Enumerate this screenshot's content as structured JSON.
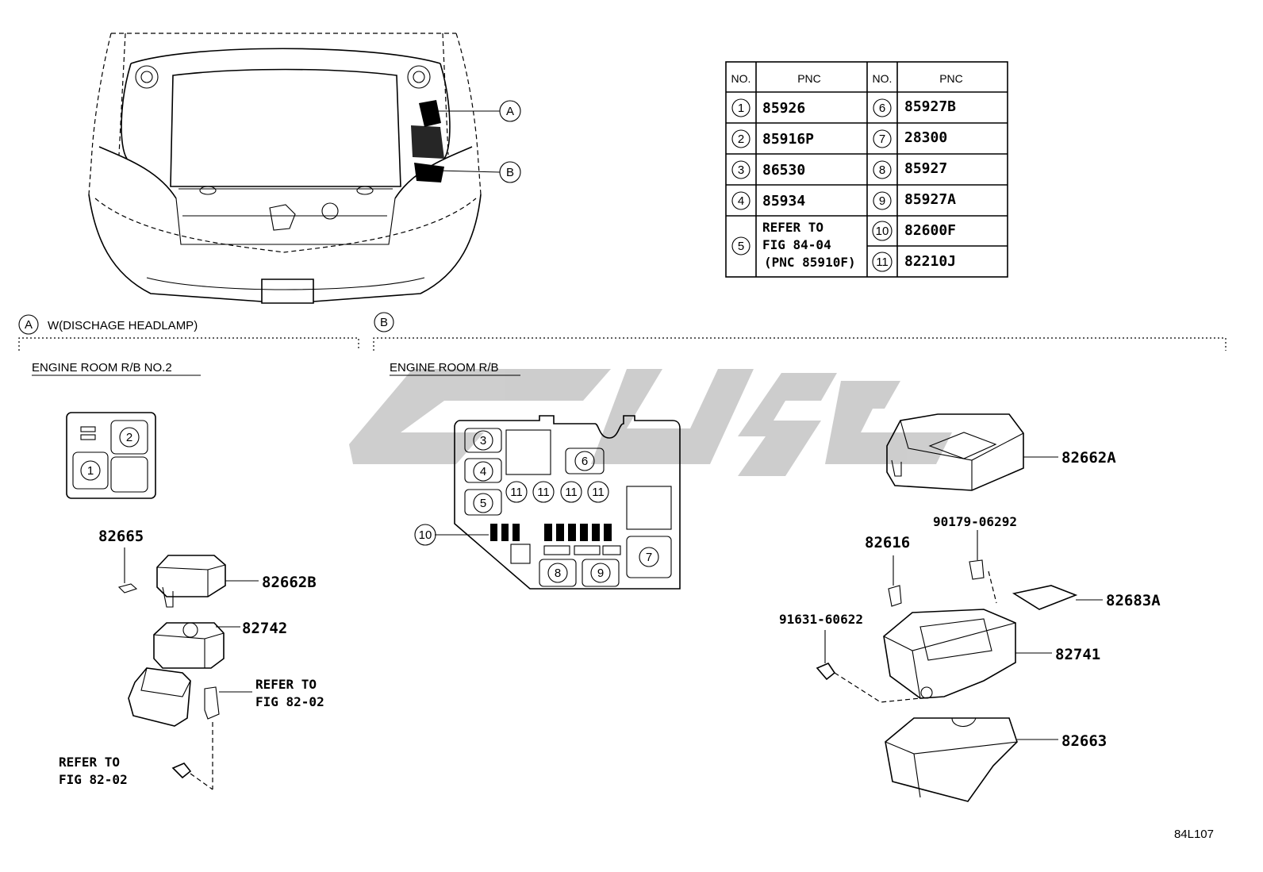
{
  "pnc_table": {
    "headers": {
      "no1": "NO.",
      "pnc1": "PNC",
      "no2": "NO.",
      "pnc2": "PNC"
    },
    "left": [
      {
        "no": "1",
        "pnc": "85926"
      },
      {
        "no": "2",
        "pnc": "85916P"
      },
      {
        "no": "3",
        "pnc": "86530"
      },
      {
        "no": "4",
        "pnc": "85934"
      },
      {
        "no": "5",
        "line1": "REFER TO",
        "line2": "FIG 84-04",
        "line3": "(PNC 85910F)"
      }
    ],
    "right": [
      {
        "no": "6",
        "pnc": "85927B"
      },
      {
        "no": "7",
        "pnc": "28300"
      },
      {
        "no": "8",
        "pnc": "85927"
      },
      {
        "no": "9",
        "pnc": "85927A"
      },
      {
        "no": "10",
        "pnc": "82600F"
      },
      {
        "no": "11",
        "pnc": "82210J"
      }
    ]
  },
  "callouts": {
    "a": "A",
    "b": "B"
  },
  "section_a": {
    "marker": "A",
    "title": "W(DISCHAGE HEADLAMP)",
    "subtitle": "ENGINE ROOM R/B NO.2"
  },
  "section_b": {
    "marker": "B",
    "subtitle": "ENGINE ROOM R/B"
  },
  "panel_a_nums": {
    "n1": "1",
    "n2": "2"
  },
  "panel_b_nums": {
    "n3": "3",
    "n4": "4",
    "n5": "5",
    "n6": "6",
    "n7": "7",
    "n8": "8",
    "n9": "9",
    "n10": "10",
    "n11": "11"
  },
  "parts": {
    "p82665": "82665",
    "p82662B": "82662B",
    "p82742": "82742",
    "refer1_l1": "REFER TO",
    "refer1_l2": "FIG 82-02",
    "refer2_l1": "REFER TO",
    "refer2_l2": "FIG 82-02",
    "p82662A": "82662A",
    "p82616": "82616",
    "p90179": "90179-06292",
    "p82683A": "82683A",
    "p91631": "91631-60622",
    "p82741": "82741",
    "p82663": "82663"
  },
  "figure_code": "84L107"
}
